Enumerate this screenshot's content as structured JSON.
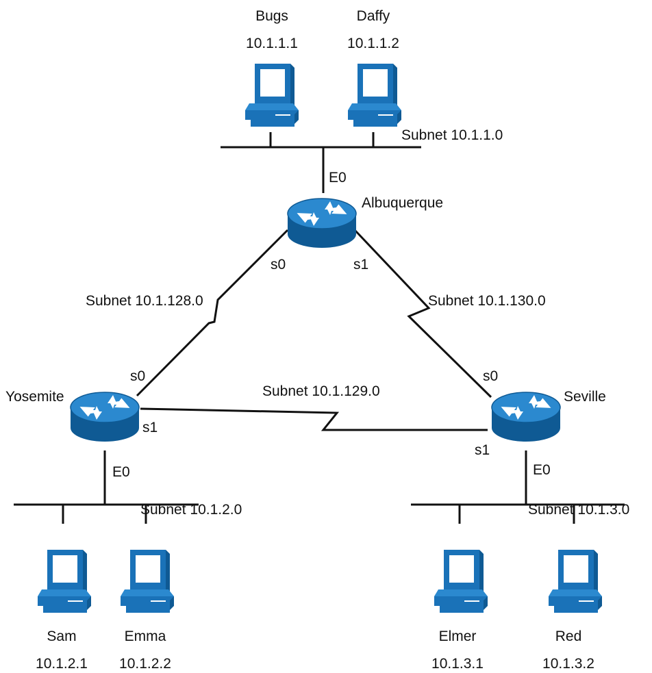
{
  "colors": {
    "device_fill": "#1a72b8",
    "device_dark": "#0f5a94",
    "device_light": "#2b89cf",
    "screen": "#ffffff",
    "line": "#111111"
  },
  "routers": {
    "albuquerque": {
      "name": "Albuquerque",
      "icon": "router-icon"
    },
    "yosemite": {
      "name": "Yosemite",
      "icon": "router-icon"
    },
    "seville": {
      "name": "Seville",
      "icon": "router-icon"
    }
  },
  "interfaces": {
    "albuquerque_e0": "E0",
    "albuquerque_s0": "s0",
    "albuquerque_s1": "s1",
    "yosemite_s0": "s0",
    "yosemite_s1": "s1",
    "yosemite_e0": "E0",
    "seville_s0": "s0",
    "seville_s1": "s1",
    "seville_e0": "E0"
  },
  "subnets": {
    "top_lan": "Subnet 10.1.1.0",
    "left_lan": "Subnet 10.1.2.0",
    "right_lan": "Subnet 10.1.3.0",
    "serial_alb_yos": "Subnet 10.1.128.0",
    "serial_yos_sev": "Subnet 10.1.129.0",
    "serial_alb_sev": "Subnet 10.1.130.0"
  },
  "hosts": {
    "bugs": {
      "name": "Bugs",
      "ip": "10.1.1.1",
      "icon": "pc-icon"
    },
    "daffy": {
      "name": "Daffy",
      "ip": "10.1.1.2",
      "icon": "pc-icon"
    },
    "sam": {
      "name": "Sam",
      "ip": "10.1.2.1",
      "icon": "pc-icon"
    },
    "emma": {
      "name": "Emma",
      "ip": "10.1.2.2",
      "icon": "pc-icon"
    },
    "elmer": {
      "name": "Elmer",
      "ip": "10.1.3.1",
      "icon": "pc-icon"
    },
    "red": {
      "name": "Red",
      "ip": "10.1.3.2",
      "icon": "pc-icon"
    }
  }
}
